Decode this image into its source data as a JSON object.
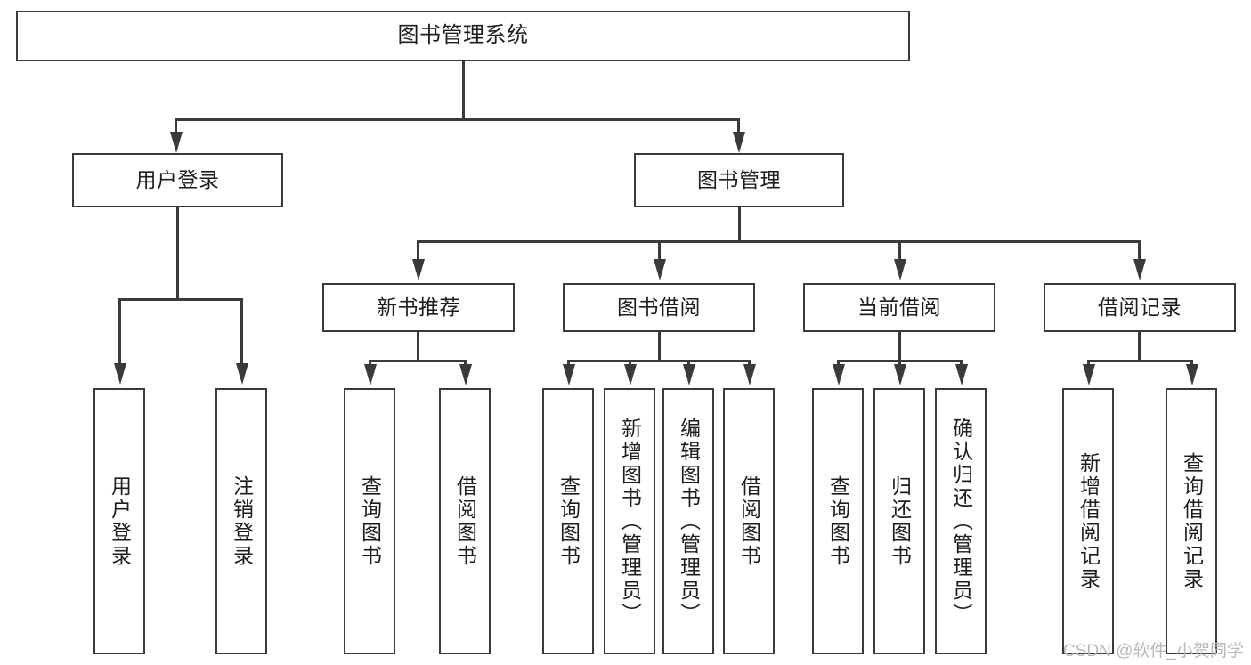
{
  "diagram": {
    "title": "图书管理系统",
    "type": "hierarchy-tree",
    "watermark": "CSDN @软件_小贺同学",
    "colors": {
      "stroke": "#3a3a3a",
      "fill": "#ffffff",
      "text": "#1d1d1d",
      "watermark": "#b9b9b9"
    },
    "root": {
      "label": "图书管理系统"
    },
    "level2": [
      {
        "label": "用户登录"
      },
      {
        "label": "图书管理"
      }
    ],
    "level3": [
      {
        "label": "新书推荐"
      },
      {
        "label": "图书借阅"
      },
      {
        "label": "当前借阅"
      },
      {
        "label": "借阅记录"
      }
    ],
    "leaves": {
      "user_login": [
        {
          "label": "用户登录"
        },
        {
          "label": "注销登录"
        }
      ],
      "new_book_recommend": [
        {
          "label": "查询图书"
        },
        {
          "label": "借阅图书"
        }
      ],
      "book_borrow": [
        {
          "label": "查询图书"
        },
        {
          "label": "新增图书（管理员）"
        },
        {
          "label": "编辑图书（管理员）"
        },
        {
          "label": "借阅图书"
        }
      ],
      "current_borrow": [
        {
          "label": "查询图书"
        },
        {
          "label": "归还图书"
        },
        {
          "label": "确认归还（管理员）"
        }
      ],
      "borrow_record": [
        {
          "label": "新增借阅记录"
        },
        {
          "label": "查询借阅记录"
        }
      ]
    }
  }
}
